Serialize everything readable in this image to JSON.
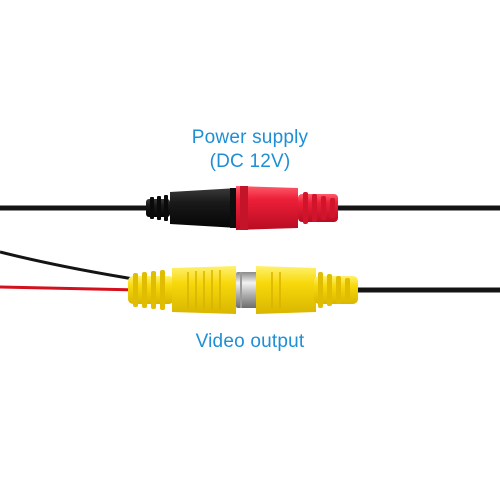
{
  "labels": {
    "power_line1": "Power supply",
    "power_line2": "(DC 12V)",
    "video": "Video output"
  },
  "colors": {
    "label_text": "#1e8fd6",
    "cable_black": "#141414",
    "connector_red": "#e8203a",
    "connector_yellow": "#f5d80f",
    "wire_red": "#d4101c",
    "metal": "#c8c8c8"
  },
  "objects": [
    "dc-power-cable-pair",
    "rca-video-cable-pair"
  ]
}
